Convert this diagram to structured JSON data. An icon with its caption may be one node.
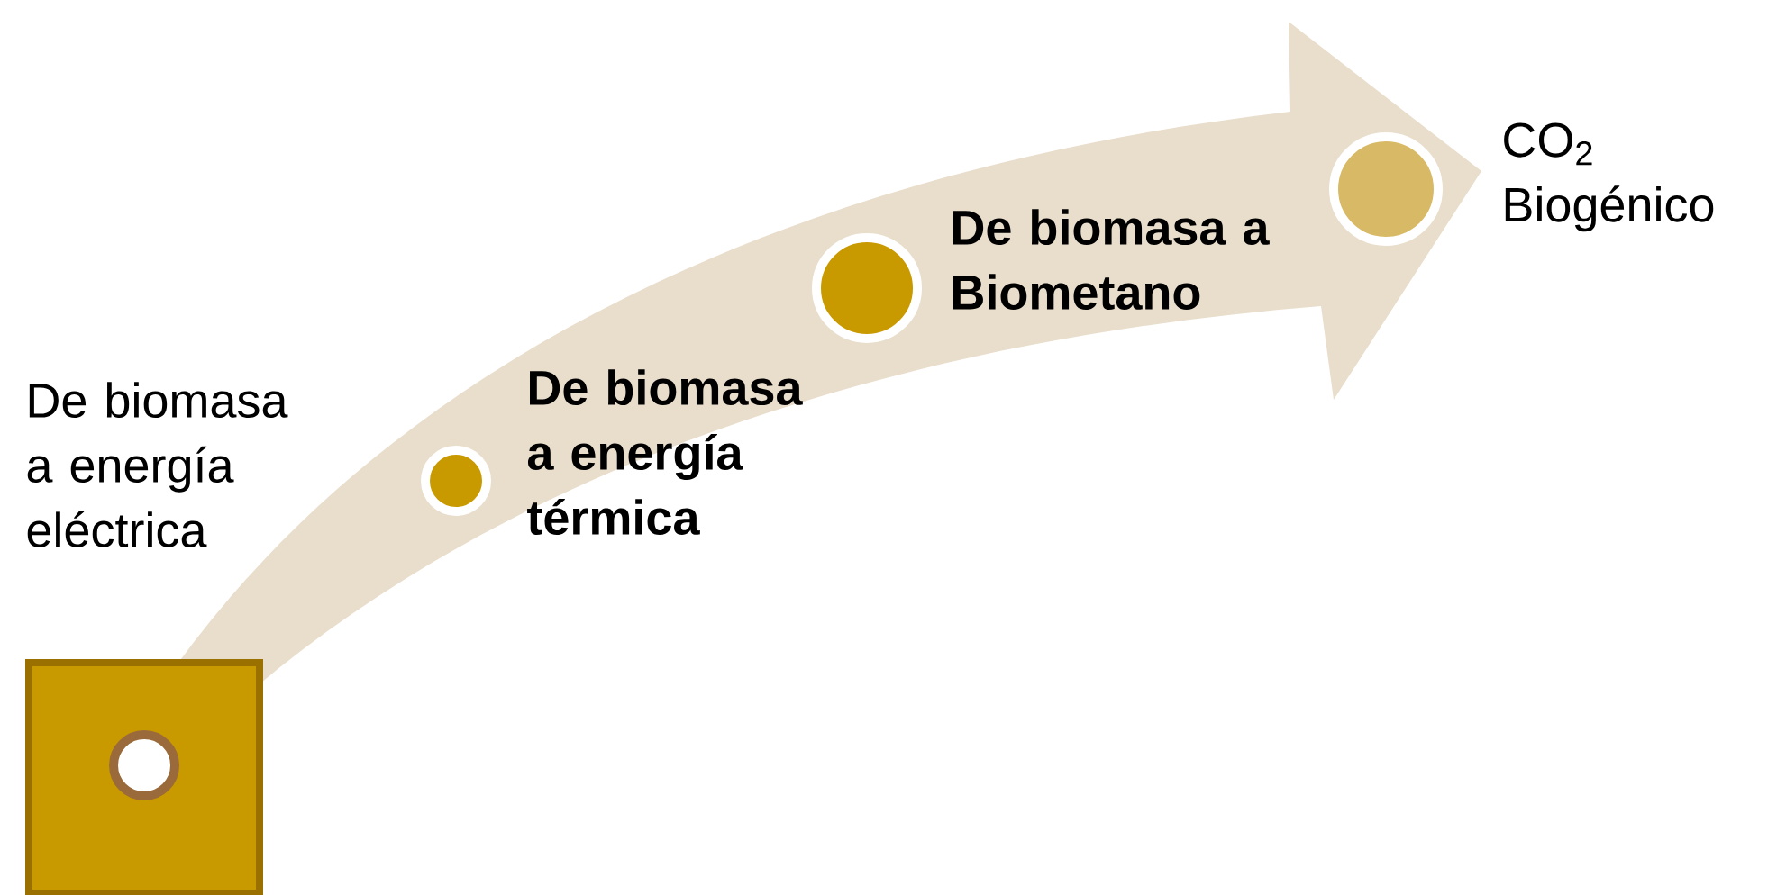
{
  "diagram": {
    "nodes": [
      {
        "text": [],
        "shape": "box",
        "beside": [
          "De biomasa a energía eléctrica"
        ]
      },
      {
        "text": [],
        "shape": "circle",
        "in": 0
      },
      {
        "text": [],
        "shape": "circle",
        "beside": [
          "**De biomasa a energía térmica**"
        ]
      },
      {
        "text": [],
        "shape": "circle",
        "beside": [
          "**De biomasa a Biometano**"
        ]
      },
      {
        "text": [],
        "shape": "circle",
        "beside": [
          "CO$_{2}$ Biogénico"
        ]
      }
    ]
  }
}
